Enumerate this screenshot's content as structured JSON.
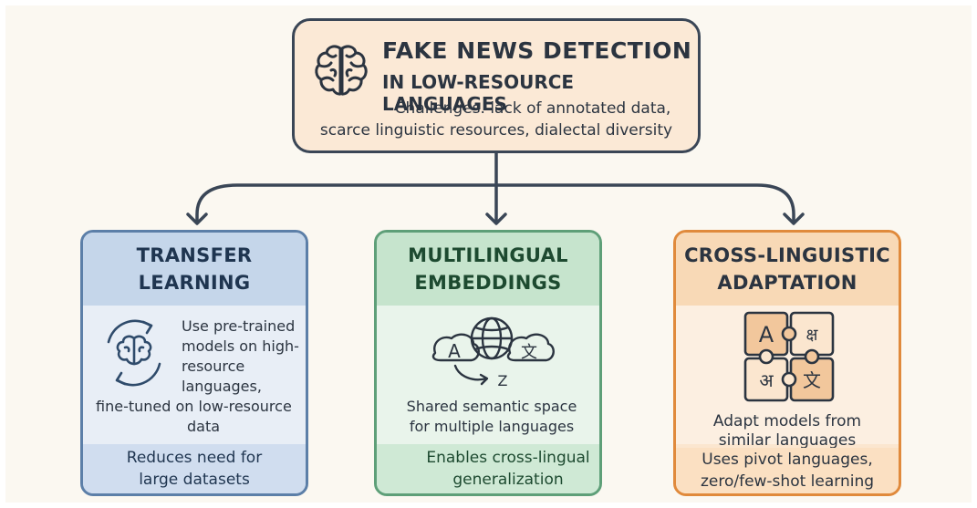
{
  "header": {
    "title": "FAKE NEWS DETECTION",
    "subtitle": "IN LOW-RESOURCE LANGUAGES",
    "challenges_line1": "Challenges. lack of annotated data,",
    "challenges_line2": "scarce linguistic resources, dialectal diversity"
  },
  "panels": [
    {
      "title_line1": "TRANSFER",
      "title_line2": "LEARNING",
      "desc_lines": [
        "Use pre-trained",
        "models on high-",
        "resource",
        "languages,",
        "fine-tuned on low-resource",
        "data"
      ],
      "foot_line1": "Reduces need for",
      "foot_line2": "large datasets"
    },
    {
      "title_line1": "MULTILINGUAL",
      "title_line2": "EMBEDDINGS",
      "desc_line1": "Shared semantic space",
      "desc_line2": "for multiple languages",
      "foot_line1": "Enables cross-lingual",
      "foot_line2": "generalization",
      "icon_glyphs": [
        "A",
        "文",
        "Z"
      ]
    },
    {
      "title_line1": "CROSS-LINGUISTIC",
      "title_line2": "ADAPTATION",
      "desc_line1": "Adapt models from",
      "desc_line2": "similar languages",
      "foot_line1": "Uses pivot languages,",
      "foot_line2": "zero/few-shot learning",
      "puzzle_glyphs": [
        "A",
        "क्ष",
        "अ",
        "文"
      ]
    }
  ],
  "colors": {
    "background": "#fbf8f1",
    "header_fill": "#fbe9d6",
    "connector": "#3a4656",
    "blue_border": "#5c7fa8",
    "green_border": "#5e9f78",
    "orange_border": "#e08a3c"
  },
  "icons": [
    "brain-icon",
    "brain-cycle-icon",
    "globe-translate-icon",
    "puzzle-icon"
  ]
}
